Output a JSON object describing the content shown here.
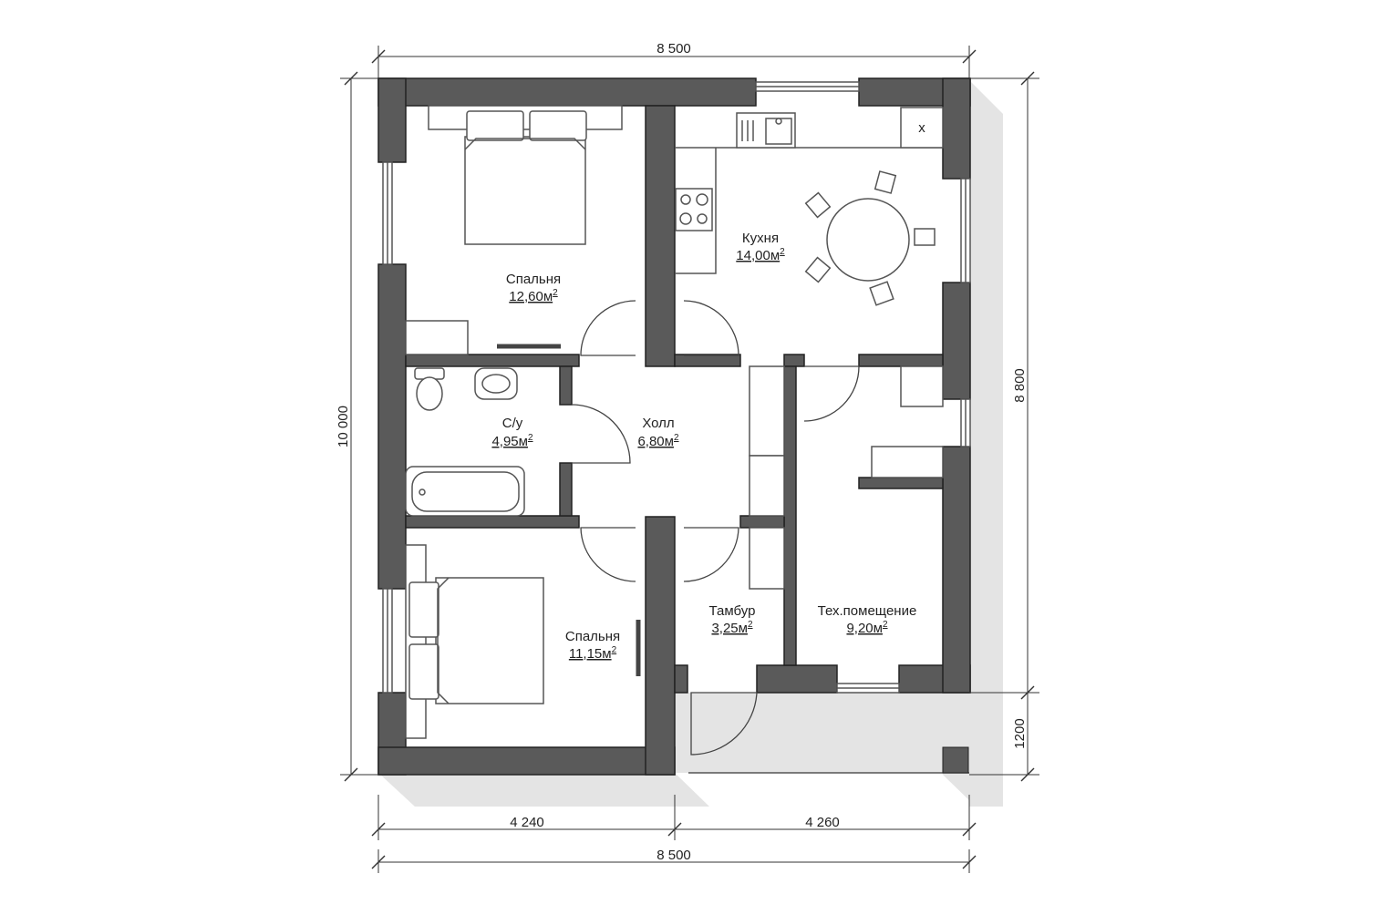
{
  "dimensions": {
    "top_width": "8 500",
    "bottom_width": "8 500",
    "left_part": "4 240",
    "right_part": "4 260",
    "left_height": "10 000",
    "right_height": "8 800",
    "porch_depth": "1200"
  },
  "rooms": {
    "bedroom1": {
      "label": "Спальня",
      "area": "12,60м"
    },
    "kitchen": {
      "label": "Кухня",
      "area": "14,00м"
    },
    "bathroom": {
      "label": "С/у",
      "area": "4,95м"
    },
    "hall": {
      "label": "Холл",
      "area": "6,80м"
    },
    "bedroom2": {
      "label": "Спальня",
      "area": "11,15м"
    },
    "vestibule": {
      "label": "Тамбур",
      "area": "3,25м"
    },
    "utility": {
      "label": "Тех.помещение",
      "area": "9,20м"
    }
  },
  "area_sup": "2",
  "stove_mark": "x",
  "colors": {
    "wall": "#5a5a5a",
    "shadow": "#e4e4e4"
  }
}
